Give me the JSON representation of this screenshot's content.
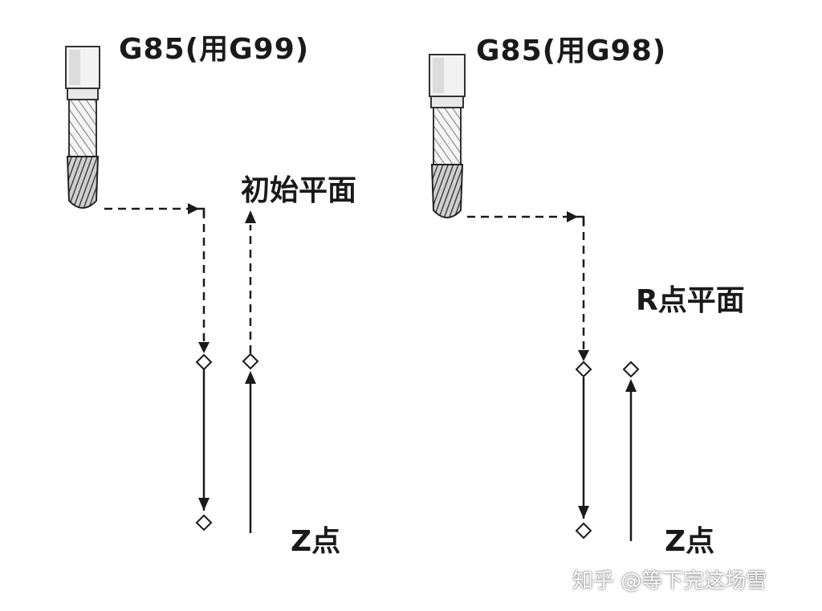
{
  "left": {
    "title": "G85(用G99)",
    "plane_label": "初始平面",
    "z_label": "Z点"
  },
  "right": {
    "title": "G85(用G98)",
    "plane_label": "R点平面",
    "z_label": "Z点"
  },
  "watermark": "知乎 @等下完这场雪",
  "colors": {
    "line": "#1a1a1a",
    "background": "#ffffff",
    "tool_body": "#f2f2f2"
  }
}
